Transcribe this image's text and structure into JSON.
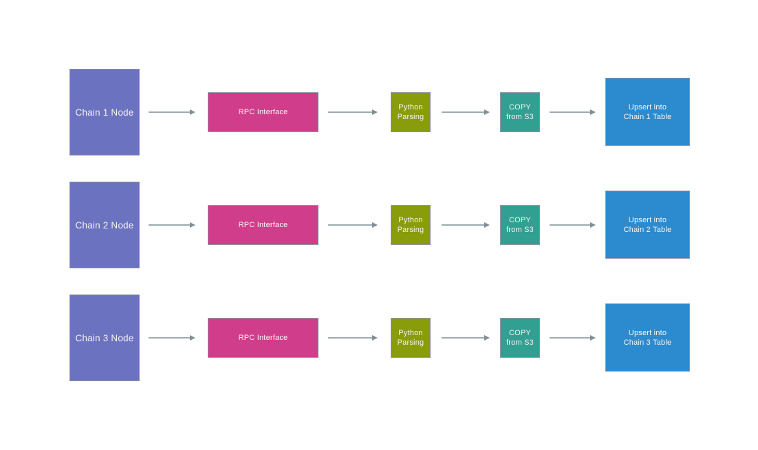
{
  "colors": {
    "node": "#6b72c0",
    "rpc": "#d03d8a",
    "parse": "#889c0c",
    "copy": "#31a092",
    "upsert": "#2c8bce",
    "border": "#8f96a5",
    "arrow_line": "#9caab0",
    "arrow_head": "#7e8f96",
    "text": "#f6f3ef",
    "background": "#ffffff"
  },
  "rows": [
    {
      "node_label": "Chain 1 Node",
      "rpc_label": "RPC Interface",
      "parse_label": "Python\nParsing",
      "copy_label": "COPY\nfrom S3",
      "upsert_label": "Upsert into\nChain 1 Table"
    },
    {
      "node_label": "Chain 2 Node",
      "rpc_label": "RPC Interface",
      "parse_label": "Python\nParsing",
      "copy_label": "COPY\nfrom S3",
      "upsert_label": "Upsert into\nChain 2 Table"
    },
    {
      "node_label": "Chain 3 Node",
      "rpc_label": "RPC Interface",
      "parse_label": "Python\nParsing",
      "copy_label": "COPY\nfrom S3",
      "upsert_label": "Upsert into\nChain 3 Table"
    }
  ]
}
